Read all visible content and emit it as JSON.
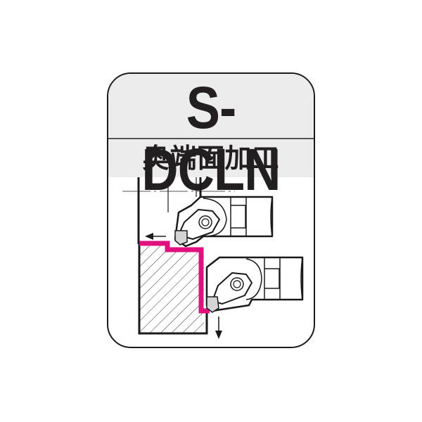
{
  "card": {
    "title": "S-DCLN",
    "subtitle": "奥端面加工"
  },
  "drawing": {
    "description": "Boring bar machining the bottom face (奥端面) of a bore: workpiece section with hatching, two tool positions, magenta tool path, feed arrows",
    "colors": {
      "outline": "#1a1a1a",
      "header_bg": "#ececec",
      "tool_path": "#e0107f",
      "insert_tip": "#d4d4d4",
      "hatch": "#333333"
    },
    "feed_arrows": [
      {
        "direction": "left",
        "position": "upper tool"
      },
      {
        "direction": "down",
        "position": "lower tool"
      }
    ]
  }
}
